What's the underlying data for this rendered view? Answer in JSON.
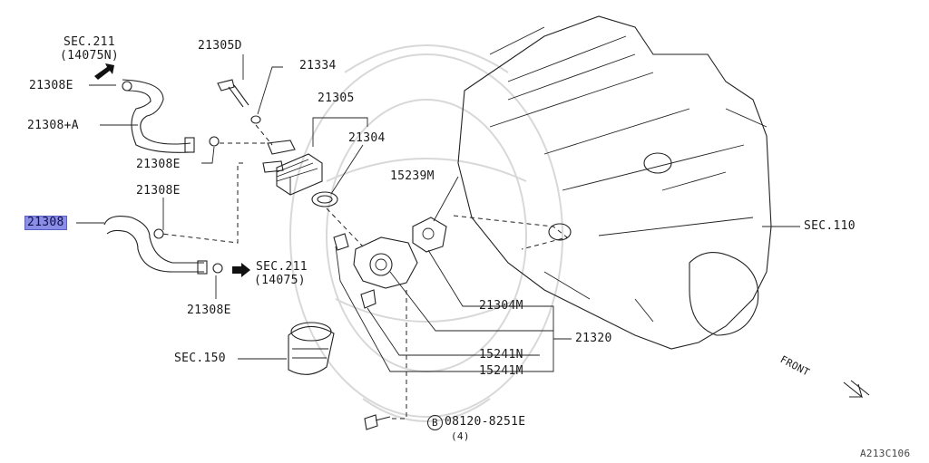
{
  "diagram": {
    "labels": {
      "sec211_top": "SEC.211",
      "sec211_top_sub": "(14075N)",
      "p21308E_a": "21308E",
      "p21308A": "21308+A",
      "p21308E_b": "21308E",
      "p21308E_c": "21308E",
      "p21308_selected": "21308",
      "p21308E_d": "21308E",
      "sec211_bottom": "SEC.211",
      "sec211_bottom_sub": "(14075)",
      "p21305D": "21305D",
      "p21334": "21334",
      "p21305": "21305",
      "p21304": "21304",
      "p15239M": "15239M",
      "sec110": "SEC.110",
      "p21304M": "21304M",
      "p21320": "21320",
      "p15241N": "15241N",
      "p15241M": "15241M",
      "sec150": "SEC.150",
      "bolt_circle": "B",
      "bolt_part": "08120-8251E",
      "bolt_qty": "(4)",
      "front": "FRONT",
      "figure_id": "A213C106"
    },
    "highlight_color": "#8a8ee6"
  }
}
